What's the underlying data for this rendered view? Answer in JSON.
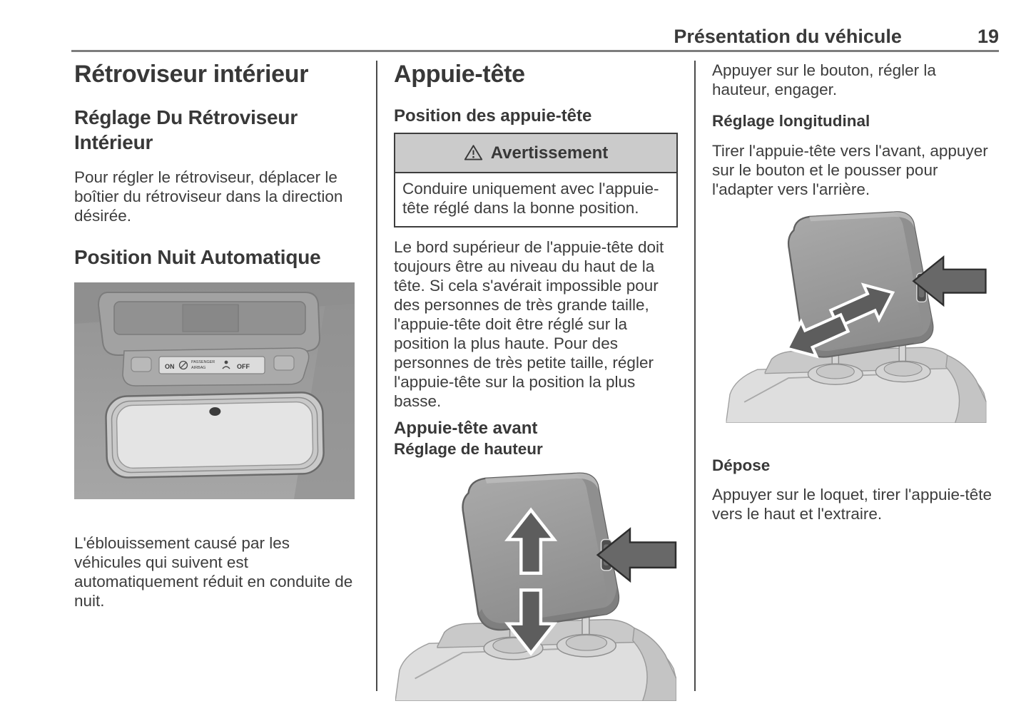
{
  "header": {
    "section_title": "Présentation du véhicule",
    "page_number": "19"
  },
  "col1": {
    "title": "Rétroviseur intérieur",
    "subtitle": "Réglage Du Rétroviseur Intérieur",
    "para_adjust": "Pour régler le rétroviseur, déplacer le boîtier du rétroviseur dans la direction désirée.",
    "heading_night": "Position Nuit Automatique",
    "mirror_label_on": "ON",
    "mirror_label_passenger": "PASSENGER",
    "mirror_label_airbag": "AIRBAG",
    "mirror_label_off": "OFF",
    "para_glare": "L'éblouissement causé par les véhicules qui suivent est automatiquement réduit en conduite de nuit."
  },
  "col2": {
    "title": "Appuie-tête",
    "heading_position": "Position des appuie-tête",
    "warning_title": "Avertissement",
    "warning_body": "Conduire uniquement avec l'appuie-tête réglé dans la bonne position.",
    "para_position": "Le bord supérieur de l'appuie-tête doit toujours être au niveau du haut de la tête. Si cela s'avérait impossible pour des personnes de très grande taille, l'appuie-tête doit être réglé sur la position la plus haute. Pour des personnes de très petite taille, régler l'appuie-tête sur la position la plus basse.",
    "heading_front": "Appuie-tête avant",
    "heading_height": "Réglage de hauteur"
  },
  "col3": {
    "para_height": "Appuyer sur le bouton, régler la hauteur, engager.",
    "heading_longitudinal": "Réglage longitudinal",
    "para_longitudinal": "Tirer l'appuie-tête vers l'avant, appuyer sur le bouton et le pousser pour l'adapter vers l'arrière.",
    "heading_removal": "Dépose",
    "para_removal": "Appuyer sur le loquet, tirer l'appuie-tête vers le haut et l'extraire."
  },
  "colors": {
    "text": "#3d3d3d",
    "header_rule": "#7d7d7d",
    "column_separator": "#4a4a4a",
    "warning_header_bg": "#cbcbcb",
    "illustration_gray": "#9b9b9b"
  }
}
